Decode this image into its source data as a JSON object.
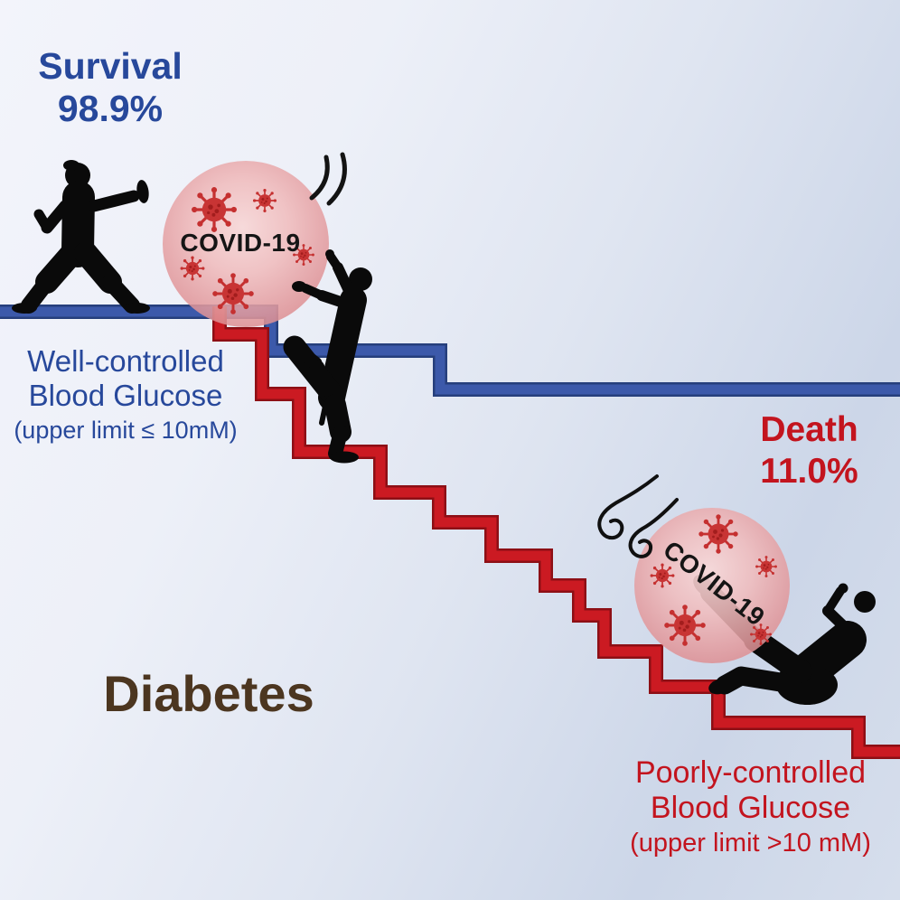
{
  "figure": {
    "survival": {
      "label": "Survival",
      "value": "98.9%"
    },
    "death": {
      "label": "Death",
      "value": "11.0%"
    },
    "diabetes_label": "Diabetes",
    "well_controlled": {
      "line1": "Well-controlled",
      "line2": "Blood Glucose",
      "line3": "(upper limit ≤ 10mM)"
    },
    "poorly_controlled": {
      "line1": "Poorly-controlled",
      "line2": "Blood Glucose",
      "line3": "(upper limit >10 mM)"
    },
    "sphere_top": {
      "label": "COVID-19"
    },
    "sphere_bottom": {
      "label": "COVID-19"
    },
    "colors": {
      "survival_blue": "#27489b",
      "death_red": "#c3141e",
      "path_blue": "#3c59aa",
      "staircase_red": "#cb1a22",
      "diabetes_brown": "#4c3620",
      "sphere_pink": "#e09295",
      "virus_red": "#c53030",
      "silhouette_black": "#0a0a0a"
    }
  }
}
